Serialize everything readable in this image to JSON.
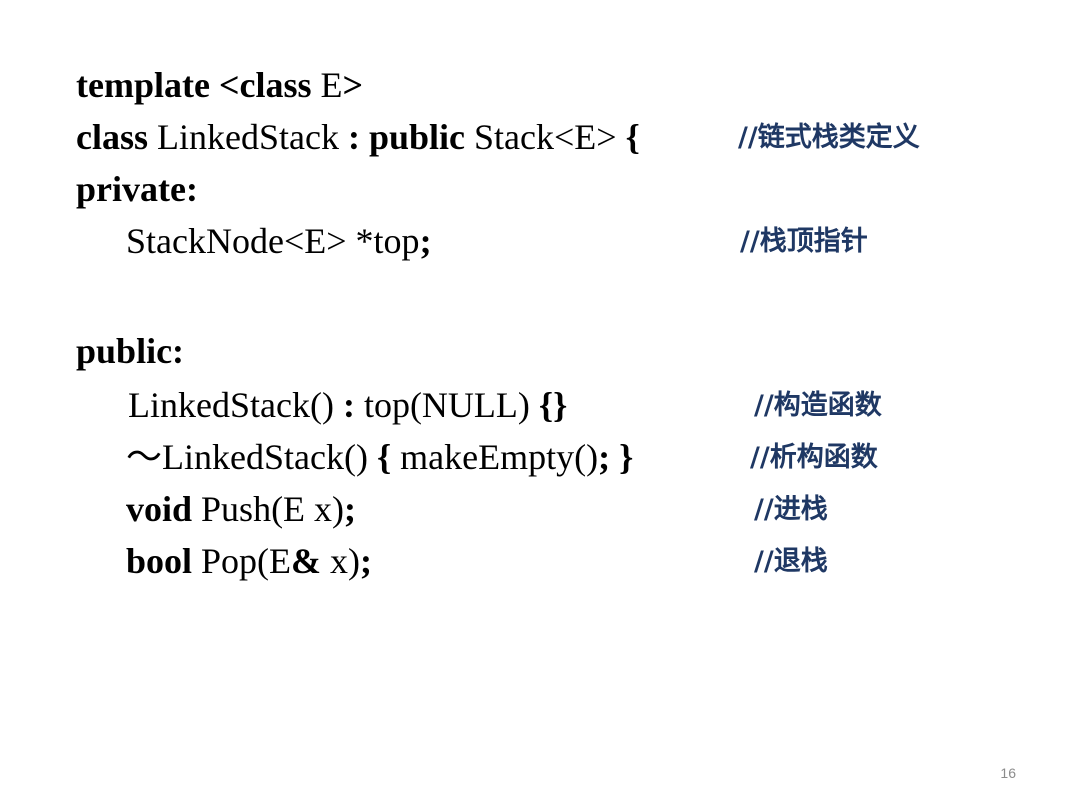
{
  "slide": {
    "page_number": "16",
    "lines": {
      "template_decl": {
        "kw_template": "template ",
        "lt_class": "<class",
        "space_E": " E",
        "gt": ">"
      },
      "class_decl": {
        "kw_class": "class",
        "name": " LinkedStack ",
        "colon_public": ": public",
        "base": " Stack<E> ",
        "brace": "{",
        "comment": "//链式栈类定义"
      },
      "private_label": {
        "text": "private:"
      },
      "top_member": {
        "decl": "StackNode<E> *top",
        "semicolon": ";",
        "comment": "//栈顶指针"
      },
      "public_label": {
        "text": "public:"
      },
      "ctor": {
        "name": "LinkedStack() ",
        "colon": ":",
        "init": " top(NULL) ",
        "braces": "{}",
        "comment": "//构造函数"
      },
      "dtor": {
        "tilde_name": "～LinkedStack() ",
        "open_brace": "{",
        "body": " makeEmpty()",
        "semicolon": ";",
        "close_brace": " }",
        "comment": "//析构函数"
      },
      "push": {
        "kw_void": "void",
        "sig": " Push(E x)",
        "semicolon": ";",
        "comment": "//进栈"
      },
      "pop": {
        "kw_bool": "bool",
        "sig_start": " Pop(E",
        "amp": "&",
        "sig_end": " x)",
        "semicolon": ";",
        "comment": "//退栈"
      }
    }
  }
}
